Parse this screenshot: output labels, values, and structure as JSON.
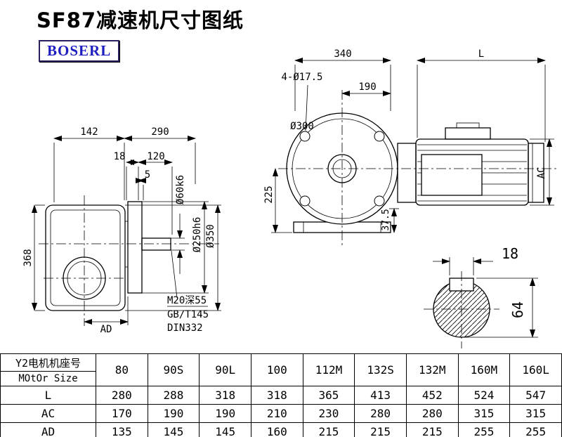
{
  "title": "SF87减速机尺寸图纸",
  "logo": "BOSERL",
  "left_view": {
    "dim_142": "142",
    "dim_290": "290",
    "dim_18": "18",
    "dim_120": "120",
    "dim_5": "5",
    "dim_368": "368",
    "dim_ad": "AD",
    "dia_shaft": "Ø60k6",
    "dia_flange": "Ø250h6",
    "dia_body": "Ø350",
    "note_thread": "M20深55",
    "note_gb": "GB/T145",
    "note_din": "DIN332"
  },
  "right_view": {
    "dim_340": "340",
    "dim_l": "L",
    "holes": "4-Ø17.5",
    "dim_190": "190",
    "dia_300": "Ø300",
    "dim_225": "225",
    "dim_37_5": "37.5",
    "dim_ac": "AC"
  },
  "shaft_view": {
    "dim_18": "18",
    "dim_64": "64"
  },
  "table": {
    "header_cn": "Y2电机机座号",
    "header_en": "MOtOr Size",
    "columns": [
      "80",
      "90S",
      "90L",
      "100",
      "112M",
      "132S",
      "132M",
      "160M",
      "160L"
    ],
    "rows": [
      {
        "label": "L",
        "values": [
          "280",
          "288",
          "318",
          "318",
          "365",
          "413",
          "452",
          "524",
          "547"
        ]
      },
      {
        "label": "AC",
        "values": [
          "170",
          "190",
          "190",
          "210",
          "230",
          "280",
          "280",
          "315",
          "315"
        ]
      },
      {
        "label": "AD",
        "values": [
          "135",
          "145",
          "145",
          "160",
          "215",
          "215",
          "215",
          "255",
          "255"
        ]
      }
    ]
  }
}
